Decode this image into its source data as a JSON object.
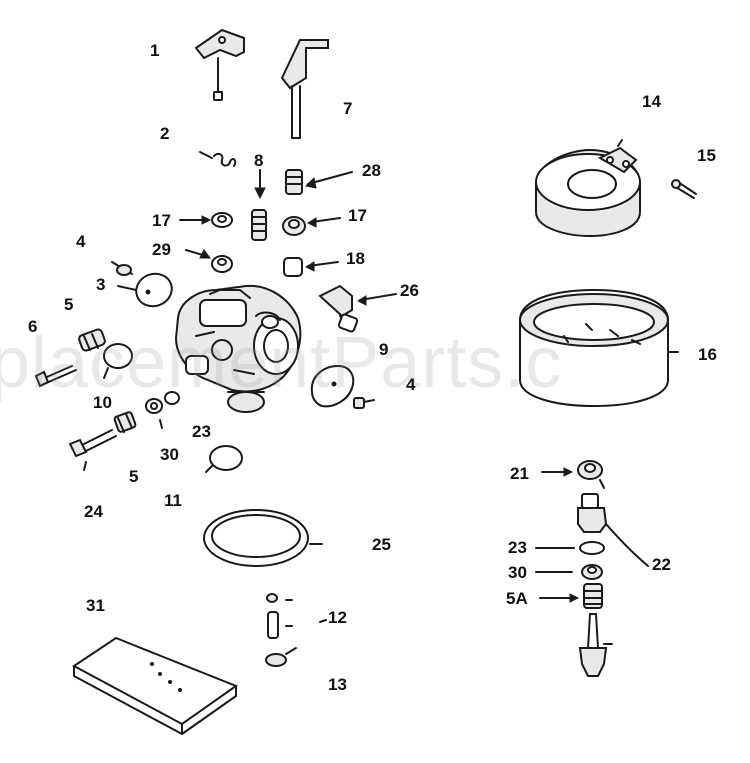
{
  "watermark": "placementParts.c",
  "labels": [
    {
      "key": "l1",
      "text": "1"
    },
    {
      "key": "l7",
      "text": "7"
    },
    {
      "key": "l2",
      "text": "2"
    },
    {
      "key": "l8",
      "text": "8"
    },
    {
      "key": "l28",
      "text": "28"
    },
    {
      "key": "l17a",
      "text": "17"
    },
    {
      "key": "l17b",
      "text": "17"
    },
    {
      "key": "l4a",
      "text": "4"
    },
    {
      "key": "l29",
      "text": "29"
    },
    {
      "key": "l18",
      "text": "18"
    },
    {
      "key": "l3",
      "text": "3"
    },
    {
      "key": "l26",
      "text": "26"
    },
    {
      "key": "l5a",
      "text": "5"
    },
    {
      "key": "l6",
      "text": "6"
    },
    {
      "key": "l9",
      "text": "9"
    },
    {
      "key": "l4b",
      "text": "4"
    },
    {
      "key": "l10",
      "text": "10"
    },
    {
      "key": "l23a",
      "text": "23"
    },
    {
      "key": "l30a",
      "text": "30"
    },
    {
      "key": "l5b",
      "text": "5"
    },
    {
      "key": "l11",
      "text": "11"
    },
    {
      "key": "l24",
      "text": "24"
    },
    {
      "key": "l25",
      "text": "25"
    },
    {
      "key": "l14",
      "text": "14"
    },
    {
      "key": "l15",
      "text": "15"
    },
    {
      "key": "l16",
      "text": "16"
    },
    {
      "key": "l21",
      "text": "21"
    },
    {
      "key": "l22",
      "text": "22"
    },
    {
      "key": "l23b",
      "text": "23"
    },
    {
      "key": "l30b",
      "text": "30"
    },
    {
      "key": "l5A",
      "text": "5A"
    },
    {
      "key": "l31",
      "text": "31"
    },
    {
      "key": "l12",
      "text": "12"
    },
    {
      "key": "l13",
      "text": "13"
    }
  ]
}
